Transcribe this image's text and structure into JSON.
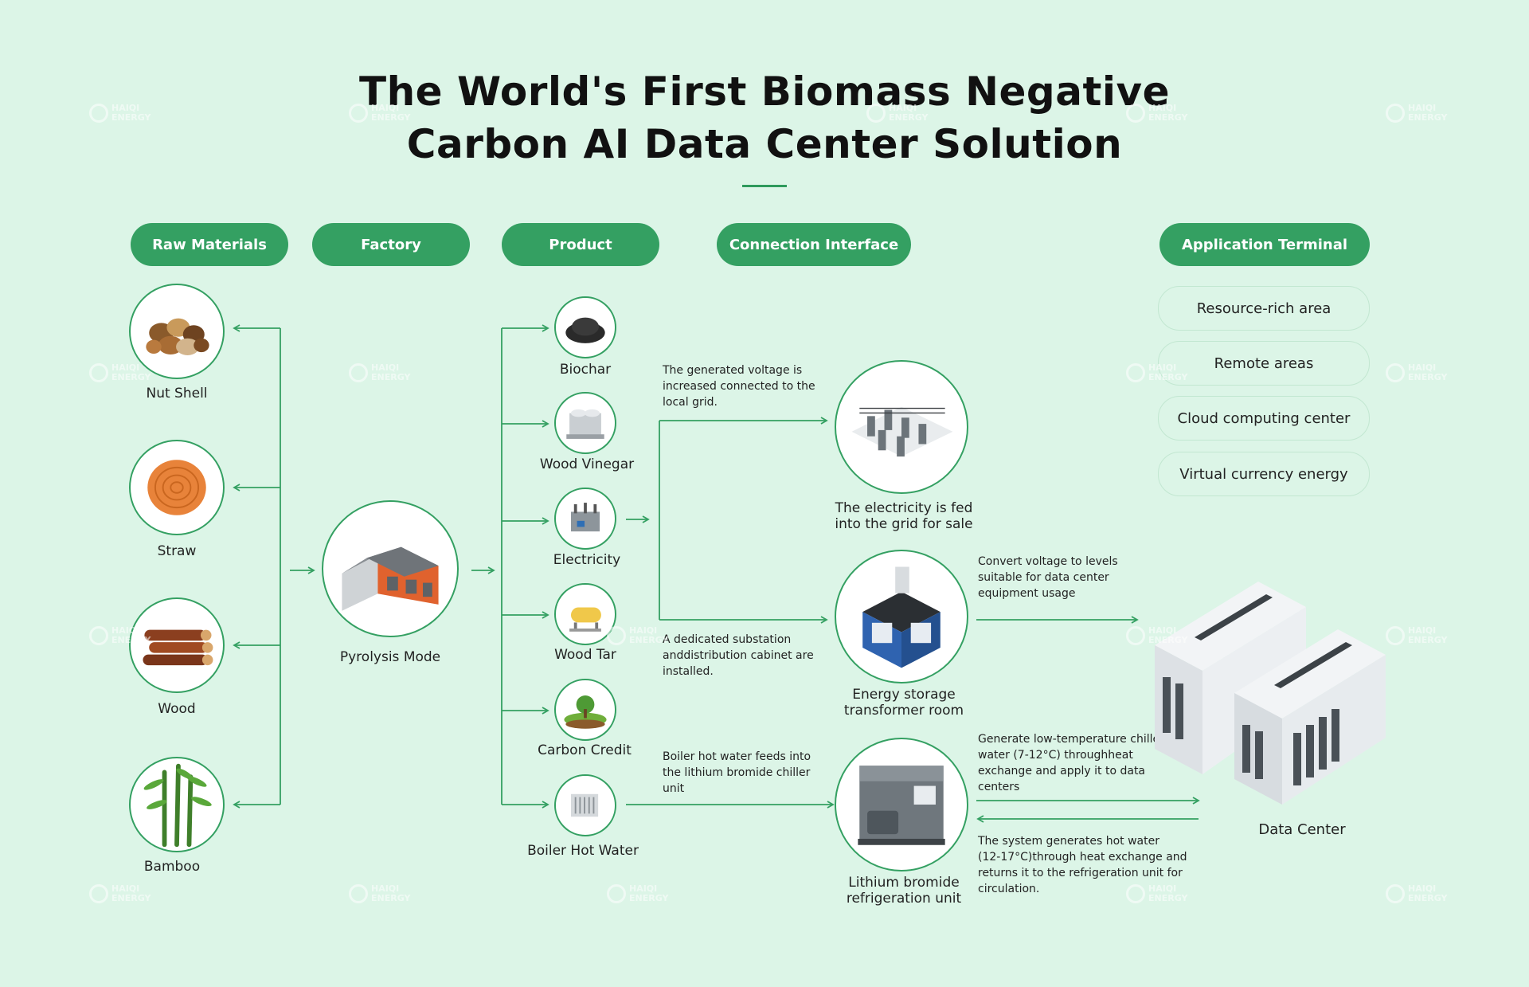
{
  "title": {
    "line1": "The World's First Biomass Negative",
    "line2": "Carbon AI Data Center Solution"
  },
  "headers": {
    "raw_materials": "Raw Materials",
    "factory": "Factory",
    "product": "Product",
    "connection_interface": "Connection Interface",
    "application_terminal": "Application Terminal"
  },
  "raw_materials": [
    "Nut Shell",
    "Straw",
    "Wood",
    "Bamboo"
  ],
  "factory": {
    "label": "Pyrolysis Mode"
  },
  "products": [
    "Biochar",
    "Wood Vinegar",
    "Electricity",
    "Wood Tar",
    "Carbon Credit",
    "Boiler Hot Water"
  ],
  "connection": {
    "grid_label": "The electricity is fed into the grid for sale",
    "grid_label_l1": "The electricity is fed",
    "grid_label_l2": "into the grid for sale",
    "transformer_l1": "Energy storage",
    "transformer_l2": "transformer room",
    "chiller_l1": "Lithium bromide",
    "chiller_l2": "refrigeration unit"
  },
  "notes": {
    "voltage_up_l1": "The generated voltage is",
    "voltage_up_l2": "increased connected to the",
    "voltage_up_l3": "local grid.",
    "substation_l1": "A dedicated substation",
    "substation_l2": "anddistribution cabinet are",
    "substation_l3": "installed.",
    "boiler_l1": "Boiler hot water feeds into",
    "boiler_l2": "the lithium bromide chiller",
    "boiler_l3": "unit",
    "convert_l1": "Convert voltage to levels",
    "convert_l2": "suitable for data center",
    "convert_l3": "equipment usage",
    "chilled_l1": "Generate low-temperature chilled",
    "chilled_l2": "water (7-12°C) throughheat",
    "chilled_l3": "exchange and apply it to data",
    "chilled_l4": "centers",
    "return_l1": "The system generates hot water",
    "return_l2": "(12-17°C)through heat exchange and",
    "return_l3": "returns it to the refrigeration unit for",
    "return_l4": "circulation."
  },
  "application_terminal": [
    "Resource-rich area",
    "Remote areas",
    "Cloud computing center",
    "Virtual currency energy"
  ],
  "data_center": {
    "label": "Data Center"
  },
  "watermark": {
    "line1": "HAIQI",
    "line2": "ENERGY"
  },
  "colors": {
    "accent": "#34a062",
    "background": "#dcf5e7",
    "line": "#34a062"
  },
  "icons": {
    "nut_shell": "nut-shell-icon",
    "straw": "straw-bale-icon",
    "wood": "log-pile-icon",
    "bamboo": "bamboo-icon",
    "factory": "factory-building-icon",
    "biochar": "biochar-pile-icon",
    "wood_vinegar": "tank-icon",
    "electricity": "transformer-icon",
    "wood_tar": "oil-tank-icon",
    "carbon_credit": "island-tree-icon",
    "boiler": "boiler-icon",
    "grid": "substation-grid-icon",
    "transformer_room": "transformer-room-icon",
    "chiller": "chiller-unit-icon",
    "data_center": "data-center-building-icon"
  }
}
